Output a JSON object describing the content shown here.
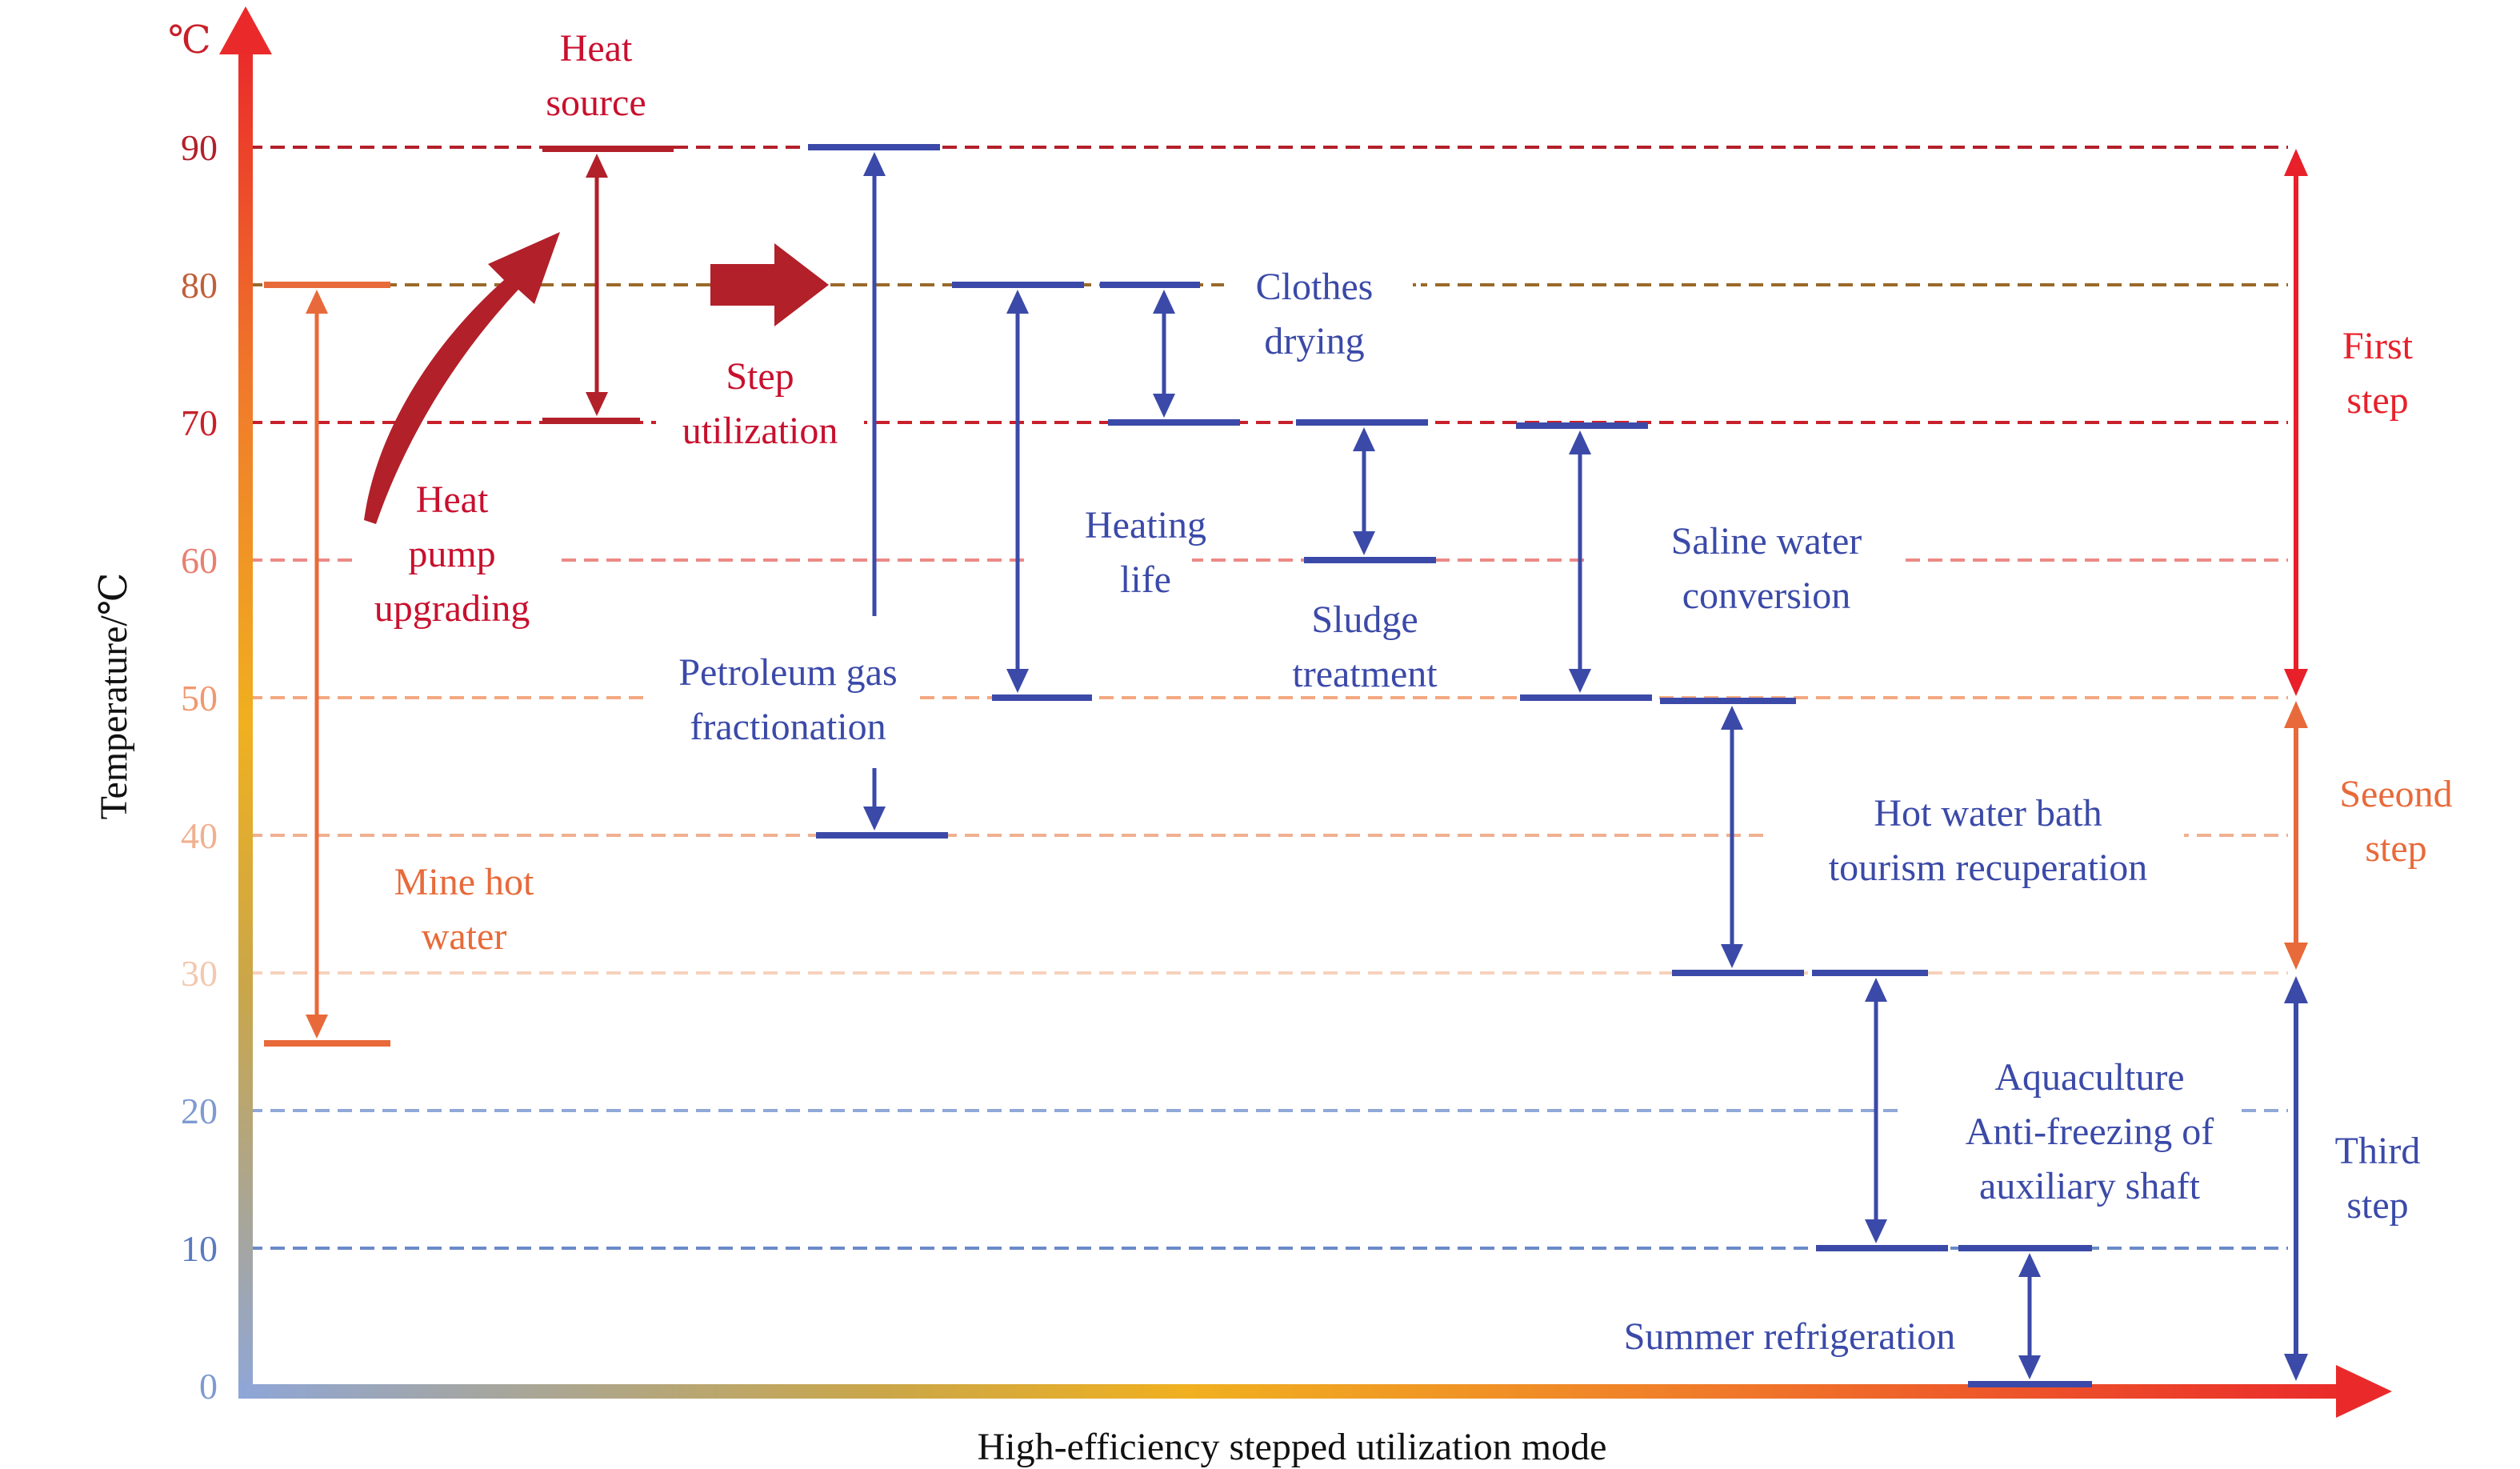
{
  "colors": {
    "red": "#c8102e",
    "orange": "#e86a3a",
    "blue": "#3b4aa8",
    "darkred": "#b2202a"
  },
  "axis": {
    "y_unit_symbol": "℃",
    "y_title": "Temperature/℃",
    "x_title": "High-efficiency stepped utilization mode",
    "ticks": [
      "0",
      "10",
      "20",
      "30",
      "40",
      "50",
      "60",
      "70",
      "80",
      "90"
    ]
  },
  "labels": {
    "heat_source": [
      "Heat",
      "source"
    ],
    "heat_pump": [
      "Heat",
      "pump",
      "upgrading"
    ],
    "step_utilization": [
      "Step",
      "utilization"
    ],
    "mine_hot_water": [
      "Mine hot",
      "water"
    ],
    "petroleum": [
      "Petroleum gas",
      "fractionation"
    ],
    "heating_life": [
      "Heating",
      "life"
    ],
    "clothes_drying": [
      "Clothes",
      "drying"
    ],
    "sludge": [
      "Sludge",
      "treatment"
    ],
    "saline": [
      "Saline water",
      "conversion"
    ],
    "hot_water_bath": [
      "Hot water bath",
      "tourism recuperation"
    ],
    "aquaculture": [
      "Aquaculture",
      "Anti-freezing of",
      "auxiliary shaft"
    ],
    "summer_refrigeration": [
      "Summer refrigeration"
    ],
    "first_step": [
      "First",
      "step"
    ],
    "second_step": [
      "Seeond",
      "step"
    ],
    "third_step": [
      "Third",
      "step"
    ]
  },
  "temperature_ranges": [
    {
      "name": "Mine hot water",
      "min": 25,
      "max": 80
    },
    {
      "name": "Heat source",
      "min": 70,
      "max": 90
    },
    {
      "name": "Petroleum gas fractionation",
      "min": 40,
      "max": 90
    },
    {
      "name": "Heating life",
      "min": 50,
      "max": 80
    },
    {
      "name": "Clothes drying",
      "min": 70,
      "max": 80
    },
    {
      "name": "Sludge treatment",
      "min": 60,
      "max": 70
    },
    {
      "name": "Saline water conversion",
      "min": 50,
      "max": 70
    },
    {
      "name": "Hot water bath tourism recuperation",
      "min": 30,
      "max": 50
    },
    {
      "name": "Aquaculture / Anti-freezing of auxiliary shaft",
      "min": 10,
      "max": 30
    },
    {
      "name": "Summer refrigeration",
      "min": 0,
      "max": 10
    },
    {
      "name": "First step",
      "min": 50,
      "max": 90
    },
    {
      "name": "Seeond step",
      "min": 30,
      "max": 50
    },
    {
      "name": "Third step",
      "min": 0,
      "max": 30
    }
  ]
}
